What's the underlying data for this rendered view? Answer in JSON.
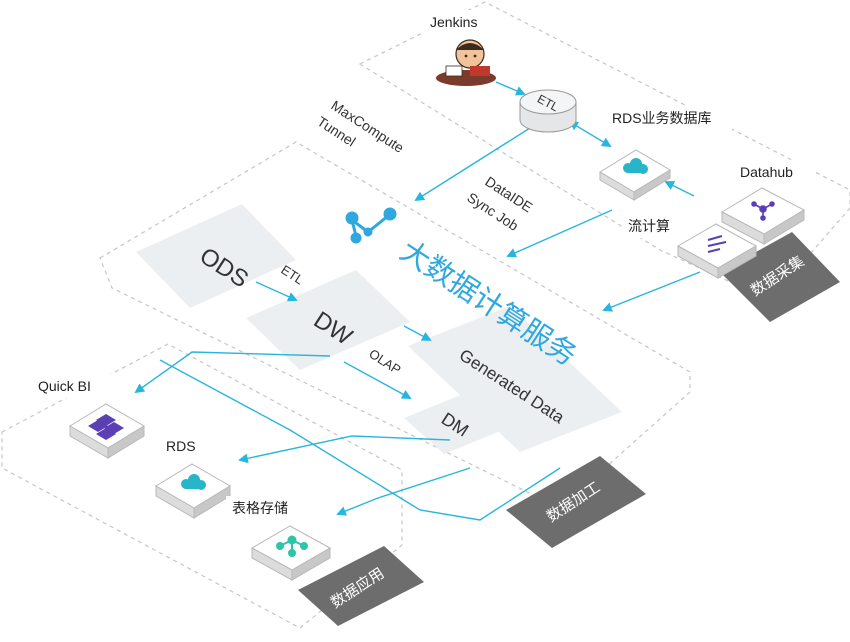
{
  "diagram": {
    "title": "大数据计算服务",
    "nodes": {
      "jenkins": "Jenkins",
      "etl_top": "ETL",
      "rds_business_db": "RDS业务数据库",
      "datahub": "Datahub",
      "stream_compute": "流计算",
      "maxcompute_tunnel": [
        "MaxCompute",
        "Tunnel"
      ],
      "dataide_sync": [
        "DataIDE",
        "Sync Job"
      ],
      "ods": "ODS",
      "etl_mid": "ETL",
      "dw": "DW",
      "olap": "OLAP",
      "dm": "DM",
      "generated_data": "Generated Data",
      "quick_bi": "Quick BI",
      "rds": "RDS",
      "table_storage": "表格存储"
    },
    "zones": {
      "collection": "数据采集",
      "processing": "数据加工",
      "application": "数据应用"
    }
  },
  "colors": {
    "accent": "#37b8e0",
    "arrow": "#29b6dc",
    "tag_dark": "#6d6d6d",
    "panel": "#eef0f2",
    "dash": "#bfbfbf",
    "purple_icon": "#5b3fb5",
    "teal_icon": "#26b5c9",
    "green_icon": "#2ec4a6",
    "jenkins_red": "#c0392b"
  },
  "icons": [
    "jenkins-icon",
    "database-cylinder-icon",
    "cloud-icon",
    "network-hub-icon",
    "stream-icon",
    "connection-logo-icon",
    "cube-cluster-icon",
    "share-nodes-icon"
  ]
}
